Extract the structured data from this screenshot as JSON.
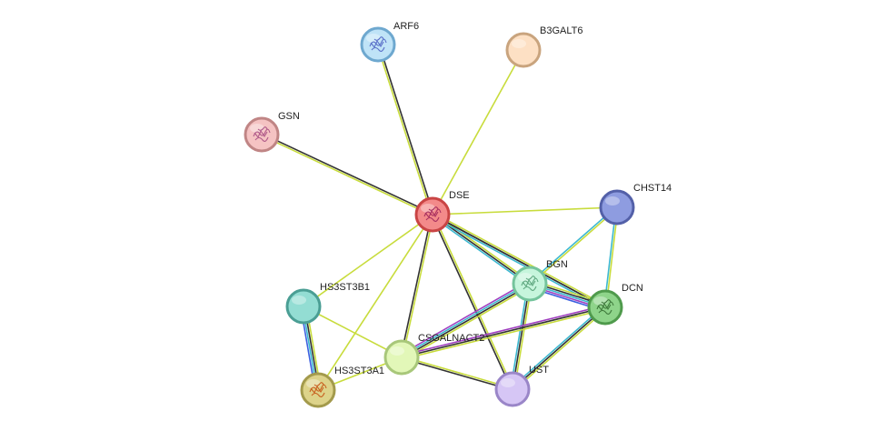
{
  "network": {
    "nodes": [
      {
        "id": "ARF6",
        "label": "ARF6",
        "fill": "#bfe3f7",
        "stroke": "#6ea8cf",
        "structure": true,
        "glyph_color": "#5a6fc8"
      },
      {
        "id": "B3GALT6",
        "label": "B3GALT6",
        "fill": "#fde0c4",
        "stroke": "#c9a47e",
        "structure": false
      },
      {
        "id": "GSN",
        "label": "GSN",
        "fill": "#f5c3c3",
        "stroke": "#c08585",
        "structure": true,
        "glyph_color": "#b05a8a"
      },
      {
        "id": "DSE",
        "label": "DSE",
        "fill": "#f38a8a",
        "stroke": "#c94444",
        "structure": true,
        "glyph_color": "#a83060"
      },
      {
        "id": "CHST14",
        "label": "CHST14",
        "fill": "#8e9ce0",
        "stroke": "#5360a8",
        "structure": false
      },
      {
        "id": "BGN",
        "label": "BGN",
        "fill": "#c6f5dc",
        "stroke": "#74c49c",
        "structure": true,
        "glyph_color": "#60a880"
      },
      {
        "id": "DCN",
        "label": "DCN",
        "fill": "#8ed48a",
        "stroke": "#4f9a4c",
        "structure": true,
        "glyph_color": "#3f7a3c"
      },
      {
        "id": "HS3ST3B1",
        "label": "HS3ST3B1",
        "fill": "#93ddd3",
        "stroke": "#4a9e94",
        "structure": false
      },
      {
        "id": "CSGALNACT2",
        "label": "CSGALNACT2",
        "fill": "#e2f7b8",
        "stroke": "#a8c77a",
        "structure": false
      },
      {
        "id": "HS3ST3A1",
        "label": "HS3ST3A1",
        "fill": "#ddd38a",
        "stroke": "#a39a4c",
        "structure": true,
        "glyph_color": "#c86020"
      },
      {
        "id": "UST",
        "label": "UST",
        "fill": "#d6c6f5",
        "stroke": "#9a86c8",
        "structure": false
      }
    ],
    "edges": [
      {
        "from": "DSE",
        "to": "ARF6",
        "evidence": [
          "#c8dc3c",
          "#333333"
        ]
      },
      {
        "from": "DSE",
        "to": "B3GALT6",
        "evidence": [
          "#c8dc3c"
        ]
      },
      {
        "from": "DSE",
        "to": "GSN",
        "evidence": [
          "#c8dc3c",
          "#333333"
        ]
      },
      {
        "from": "DSE",
        "to": "CHST14",
        "evidence": [
          "#c8dc3c"
        ]
      },
      {
        "from": "DSE",
        "to": "BGN",
        "evidence": [
          "#c8dc3c",
          "#333333",
          "#3cb8d0"
        ]
      },
      {
        "from": "DSE",
        "to": "DCN",
        "evidence": [
          "#c8dc3c",
          "#333333",
          "#3cb8d0"
        ]
      },
      {
        "from": "DSE",
        "to": "HS3ST3B1",
        "evidence": [
          "#c8dc3c"
        ]
      },
      {
        "from": "DSE",
        "to": "CSGALNACT2",
        "evidence": [
          "#c8dc3c",
          "#333333"
        ]
      },
      {
        "from": "DSE",
        "to": "HS3ST3A1",
        "evidence": [
          "#c8dc3c"
        ]
      },
      {
        "from": "DSE",
        "to": "UST",
        "evidence": [
          "#c8dc3c",
          "#333333"
        ]
      },
      {
        "from": "DSE",
        "to": "DCN",
        "evidence": [
          "#333333"
        ]
      },
      {
        "from": "CHST14",
        "to": "BGN",
        "evidence": [
          "#c8dc3c",
          "#3cb8d0"
        ]
      },
      {
        "from": "CHST14",
        "to": "DCN",
        "evidence": [
          "#c8dc3c",
          "#3cb8d0"
        ]
      },
      {
        "from": "BGN",
        "to": "DCN",
        "evidence": [
          "#c8dc3c",
          "#333333",
          "#3cb8d0",
          "#a040c0",
          "#3c60e0"
        ]
      },
      {
        "from": "BGN",
        "to": "CSGALNACT2",
        "evidence": [
          "#c8dc3c",
          "#333333",
          "#3cb8d0",
          "#a040c0"
        ]
      },
      {
        "from": "BGN",
        "to": "UST",
        "evidence": [
          "#c8dc3c",
          "#333333",
          "#3cb8d0"
        ]
      },
      {
        "from": "DCN",
        "to": "CSGALNACT2",
        "evidence": [
          "#c8dc3c",
          "#333333",
          "#a040c0"
        ]
      },
      {
        "from": "DCN",
        "to": "UST",
        "evidence": [
          "#c8dc3c",
          "#333333",
          "#3cb8d0"
        ]
      },
      {
        "from": "HS3ST3B1",
        "to": "HS3ST3A1",
        "evidence": [
          "#c8dc3c",
          "#333333",
          "#3cb8d0",
          "#3c60e0"
        ]
      },
      {
        "from": "HS3ST3B1",
        "to": "CSGALNACT2",
        "evidence": [
          "#c8dc3c"
        ]
      },
      {
        "from": "HS3ST3A1",
        "to": "CSGALNACT2",
        "evidence": [
          "#c8dc3c"
        ]
      },
      {
        "from": "CSGALNACT2",
        "to": "UST",
        "evidence": [
          "#c8dc3c",
          "#333333"
        ]
      }
    ]
  }
}
